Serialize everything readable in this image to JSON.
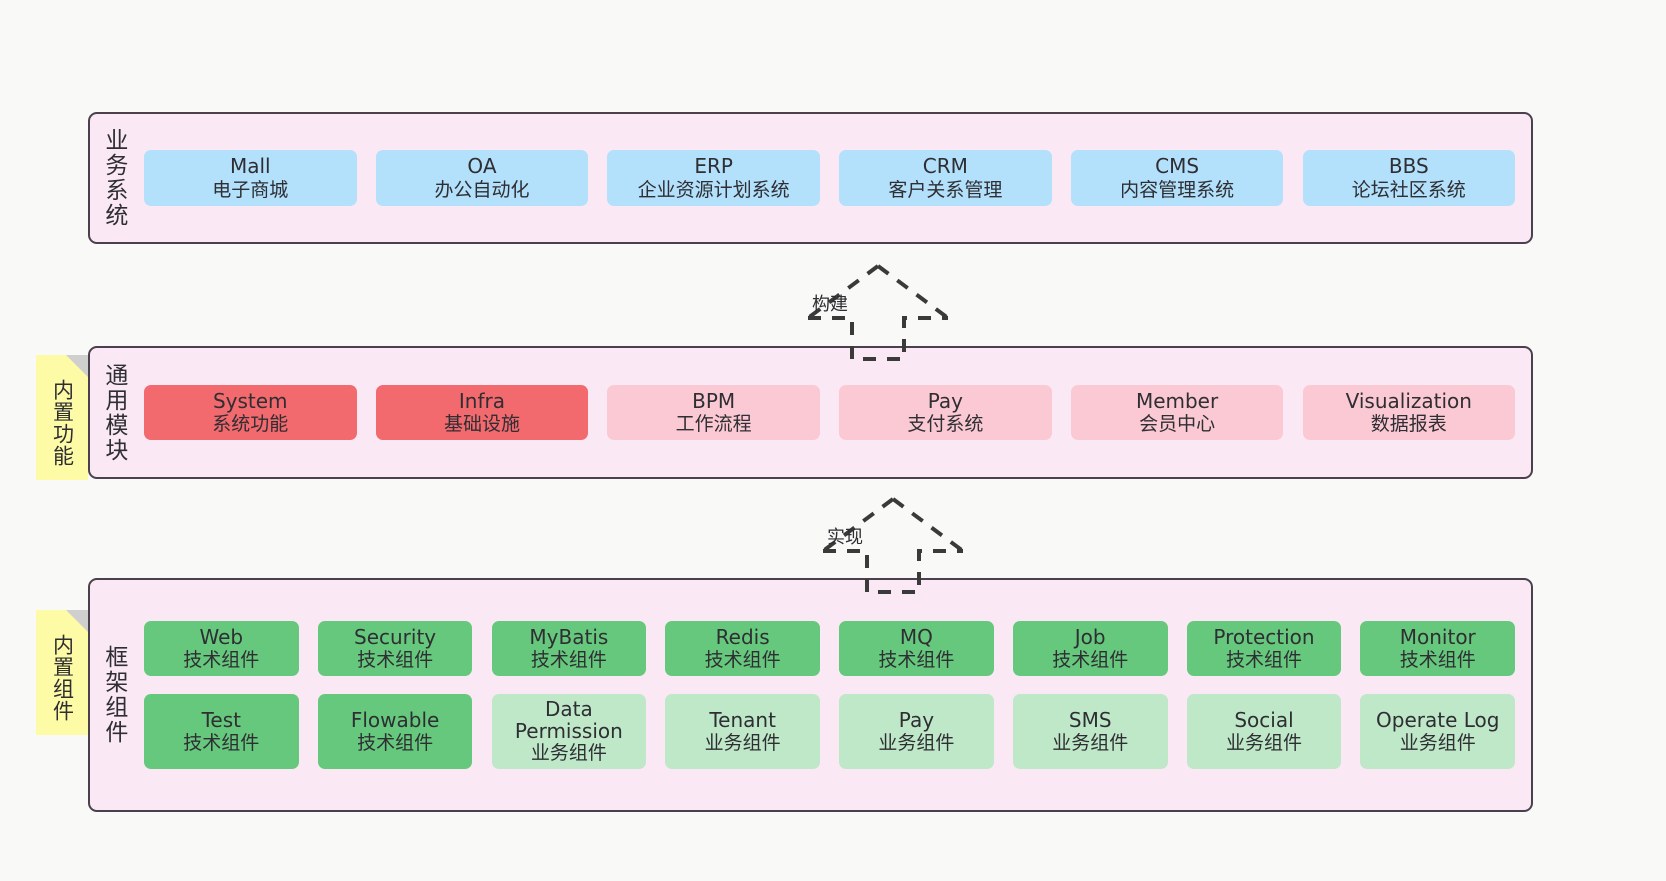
{
  "layers": [
    {
      "title": "业务系统",
      "sticky": null,
      "rows": [
        {
          "color": "c-blue",
          "nodes": [
            {
              "name": "Mall",
              "desc": "电子商城"
            },
            {
              "name": "OA",
              "desc": "办公自动化"
            },
            {
              "name": "ERP",
              "desc": "企业资源计划系统"
            },
            {
              "name": "CRM",
              "desc": "客户关系管理"
            },
            {
              "name": "CMS",
              "desc": "内容管理系统"
            },
            {
              "name": "BBS",
              "desc": "论坛社区系统"
            }
          ]
        }
      ]
    },
    {
      "title": "通用模块",
      "sticky": "内置功能",
      "rows": [
        {
          "color": null,
          "nodes": [
            {
              "name": "System",
              "desc": "系统功能",
              "color": "c-red"
            },
            {
              "name": "Infra",
              "desc": "基础设施",
              "color": "c-red"
            },
            {
              "name": "BPM",
              "desc": "工作流程",
              "color": "c-pink"
            },
            {
              "name": "Pay",
              "desc": "支付系统",
              "color": "c-pink"
            },
            {
              "name": "Member",
              "desc": "会员中心",
              "color": "c-pink"
            },
            {
              "name": "Visualization",
              "desc": "数据报表",
              "color": "c-pink"
            }
          ]
        }
      ]
    },
    {
      "title": "框架组件",
      "sticky": "内置组件",
      "rows": [
        {
          "color": null,
          "nodes": [
            {
              "name": "Web",
              "desc": "技术组件",
              "color": "c-green"
            },
            {
              "name": "Security",
              "desc": "技术组件",
              "color": "c-green"
            },
            {
              "name": "MyBatis",
              "desc": "技术组件",
              "color": "c-green"
            },
            {
              "name": "Redis",
              "desc": "技术组件",
              "color": "c-green"
            },
            {
              "name": "MQ",
              "desc": "技术组件",
              "color": "c-green"
            },
            {
              "name": "Job",
              "desc": "技术组件",
              "color": "c-green"
            },
            {
              "name": "Protection",
              "desc": "技术组件",
              "color": "c-green"
            },
            {
              "name": "Monitor",
              "desc": "技术组件",
              "color": "c-green"
            }
          ]
        },
        {
          "color": null,
          "nodes": [
            {
              "name": "Test",
              "desc": "技术组件",
              "color": "c-green"
            },
            {
              "name": "Flowable",
              "desc": "技术组件",
              "color": "c-green"
            },
            {
              "name": "Data Permission",
              "desc": "业务组件",
              "color": "c-lightgreen"
            },
            {
              "name": "Tenant",
              "desc": "业务组件",
              "color": "c-lightgreen"
            },
            {
              "name": "Pay",
              "desc": "业务组件",
              "color": "c-lightgreen"
            },
            {
              "name": "SMS",
              "desc": "业务组件",
              "color": "c-lightgreen"
            },
            {
              "name": "Social",
              "desc": "业务组件",
              "color": "c-lightgreen"
            },
            {
              "name": "Operate Log",
              "desc": "业务组件",
              "color": "c-lightgreen"
            }
          ]
        }
      ]
    }
  ],
  "connectors": [
    {
      "label": "构建"
    },
    {
      "label": "实现"
    }
  ],
  "colors": {
    "panel_bg": "#fae9f4",
    "panel_border": "#4b404e",
    "business": "#b3e0fb",
    "core_module": "#f2696e",
    "module": "#fbc9d3",
    "tech_component": "#66c87d",
    "biz_component": "#bfe8c9",
    "sticky": "#fdfba5",
    "canvas_bg": "#f9f9f7"
  }
}
